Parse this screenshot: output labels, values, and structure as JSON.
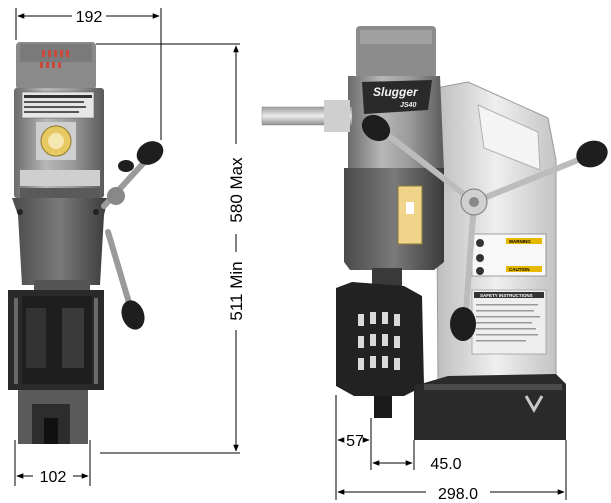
{
  "dimensions": {
    "width_top": "192",
    "base_width": "102",
    "height_max": "580 Max",
    "height_min": "511 Min",
    "offset_a": "57",
    "offset_b": "45.0",
    "overall_length": "298.0"
  },
  "machine_labels": {
    "brand_name": "Slugger",
    "brand_model": "JS40",
    "warning": "WARNING",
    "caution": "CAUTION",
    "safety": "SAFETY INSTRUCTIONS"
  },
  "colors": {
    "body_dark": "#3d3d3d",
    "body_mid": "#6a6a6a",
    "motor_grey": "#8c8c8c",
    "cap_red": "#c94a3a",
    "knob_black": "#1e1e1e",
    "frame_silver": "#d9d9d9"
  }
}
